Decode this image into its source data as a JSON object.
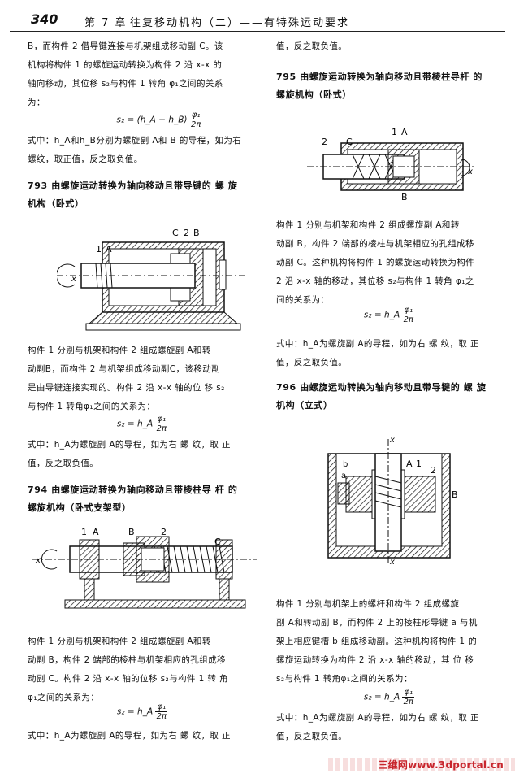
{
  "header": {
    "page_number": "340",
    "chapter": "第 7 章",
    "chapter_title": "往复移动机构（二）——有特殊运动要求"
  },
  "left": {
    "intro_lines": [
      "B，而构件 2 借导键连接与机架组成移动副 C。该",
      "机构将构件 1 的螺旋运动转换为构件 2 沿 x-x 的",
      "轴向移动，其位移 s₂与构件 1 转角 φ₁之间的关系",
      "为："
    ],
    "f1": {
      "lhs": "s₂ = (h_A − h_B)",
      "num": "φ₁",
      "den": "2π"
    },
    "note1_lines": [
      "式中：h_A和h_B分别为螺旋副 A和 B 的导程，如为右",
      "螺纹，取正值，反之取负值。"
    ],
    "s793": {
      "title_lines": [
        "793   由螺旋运动转换为轴向移动且带导键的 螺 旋",
        "机构（卧式）"
      ],
      "labels": {
        "c": "C",
        "two": "2",
        "b": "B",
        "one": "1",
        "a": "A",
        "x": "x"
      },
      "body_lines": [
        "构件 1 分别与机架和构件 2 组成螺旋副 A和转",
        "动副B，而构件 2 与机架组成移动副C，该移动副",
        "是由导键连接实现的。构件 2 沿 x-x 轴的位 移 s₂",
        "与构件 1 转角φ₁之间的关系为："
      ],
      "f": {
        "lhs": "s₂ = h_A",
        "num": "φ₁",
        "den": "2π"
      },
      "note_lines": [
        "式中：h_A为螺旋副 A的导程，如为右 螺 纹，取 正",
        "值，反之取负值。"
      ]
    },
    "s794": {
      "title_lines": [
        "794   由螺旋运动转换为轴向移动且带棱柱导 杆 的",
        "螺旋机构（卧式支架型）"
      ],
      "labels": {
        "one": "1",
        "a": "A",
        "b": "B",
        "two": "2",
        "c": "C",
        "x": "x"
      },
      "body_lines": [
        "构件 1 分别与机架和构件 2 组成螺旋副 A和转",
        "动副 B，构件 2 端部的棱柱与机架相应的孔组成移",
        "动副 C。构件 2 沿 x-x 轴的位移 s₂与构件 1 转 角",
        "φ₁之间的关系为："
      ],
      "f": {
        "lhs": "s₂ = h_A",
        "num": "φ₁",
        "den": "2π"
      },
      "note_line": "式中：h_A为螺旋副 A的导程，如为右 螺 纹，取 正"
    }
  },
  "right": {
    "cont_line": "值，反之取负值。",
    "s795": {
      "title_lines": [
        "795   由螺旋运动转换为轴向移动且带棱柱导杆 的",
        "螺旋机构（卧式）"
      ],
      "labels": {
        "one": "1",
        "a": "A",
        "two": "2",
        "c": "C",
        "b": "B",
        "x": "x"
      },
      "body_lines": [
        "构件 1 分别与机架和构件 2 组成螺旋副 A和转",
        "动副 B，构件 2 端部的棱柱与机架相应的孔组成移",
        "动副 C。这种机构将构件 1 的螺旋运动转换为构件",
        "2 沿 x-x 轴的移动，其位移 s₂与构件 1 转角 φ₁之",
        "间的关系为："
      ],
      "f": {
        "lhs": "s₂ = h_A",
        "num": "φ₁",
        "den": "2π"
      },
      "note_lines": [
        "式中：h_A为螺旋副 A的导程，如为右 螺 纹，取 正",
        "值，反之取负值。"
      ]
    },
    "s796": {
      "title_lines": [
        "796   由螺旋运动转换为轴向移动且带导键的 螺 旋",
        "机构（立式）"
      ],
      "labels": {
        "x_top": "x",
        "b_small": "b",
        "a_small": "a",
        "a": "A",
        "one": "1",
        "two": "2",
        "b": "B",
        "x_bot": "x"
      },
      "body_lines": [
        "构件 1 分别与机架上的螺杆和构件 2 组成螺旋",
        "副 A和转动副 B，而构件 2 上的棱柱形导键 a 与机",
        "架上相应键槽 b 组成移动副。这种机构将构件 1 的",
        "螺旋运动转换为构件 2 沿 x-x 轴的移动，其 位 移",
        "s₂与构件 1 转角φ₁之间的关系为："
      ],
      "f": {
        "lhs": "s₂ = h_A",
        "num": "φ₁",
        "den": "2π"
      },
      "note_lines": [
        "式中：h_A为螺旋副 A的导程，如为右 螺 纹，取 正",
        "值，反之取负值。"
      ]
    }
  },
  "watermark": "三维网www.3dportal.cn"
}
